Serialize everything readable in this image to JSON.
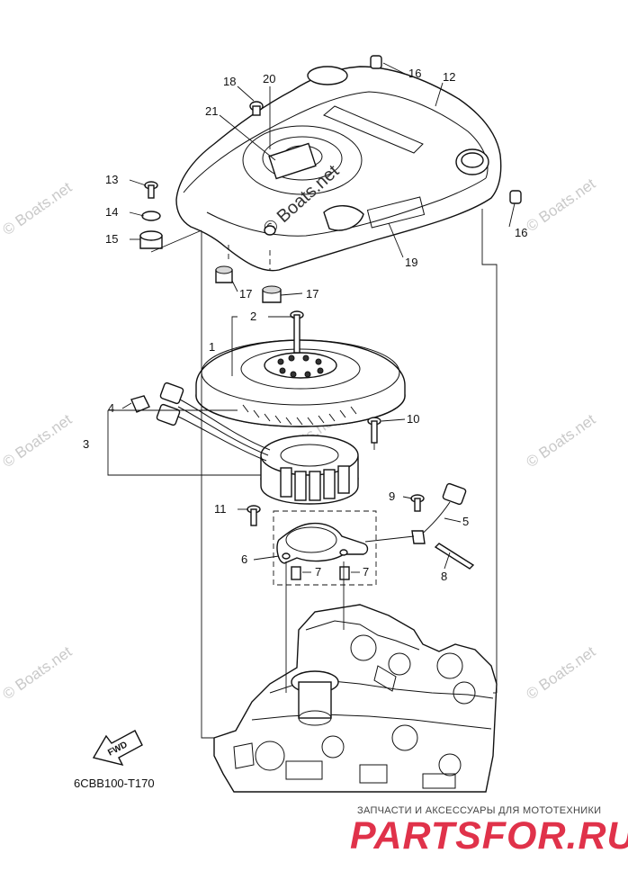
{
  "diagram": {
    "code": "6CBB100-T170",
    "fwd_label": "FWD",
    "callouts": [
      {
        "id": "1",
        "label": "1"
      },
      {
        "id": "2",
        "label": "2"
      },
      {
        "id": "3",
        "label": "3"
      },
      {
        "id": "4",
        "label": "4"
      },
      {
        "id": "5",
        "label": "5"
      },
      {
        "id": "6",
        "label": "6"
      },
      {
        "id": "7a",
        "label": "7"
      },
      {
        "id": "7b",
        "label": "7"
      },
      {
        "id": "8",
        "label": "8"
      },
      {
        "id": "9",
        "label": "9"
      },
      {
        "id": "10",
        "label": "10"
      },
      {
        "id": "11",
        "label": "11"
      },
      {
        "id": "12",
        "label": "12"
      },
      {
        "id": "13",
        "label": "13"
      },
      {
        "id": "14",
        "label": "14"
      },
      {
        "id": "15",
        "label": "15"
      },
      {
        "id": "16a",
        "label": "16"
      },
      {
        "id": "16b",
        "label": "16"
      },
      {
        "id": "17a",
        "label": "17"
      },
      {
        "id": "17b",
        "label": "17"
      },
      {
        "id": "18",
        "label": "18"
      },
      {
        "id": "19",
        "label": "19"
      },
      {
        "id": "20",
        "label": "20"
      },
      {
        "id": "21",
        "label": "21"
      }
    ]
  },
  "watermarks": {
    "text": "© Boats.net",
    "cover_text": "© Boats.net"
  },
  "branding": {
    "tagline": "ЗАПЧАСТИ И АКСЕССУАРЫ ДЛЯ МОТОТЕХНИКИ",
    "logo": "PARTSFOR.RU",
    "logo_color": "#e0324a"
  }
}
